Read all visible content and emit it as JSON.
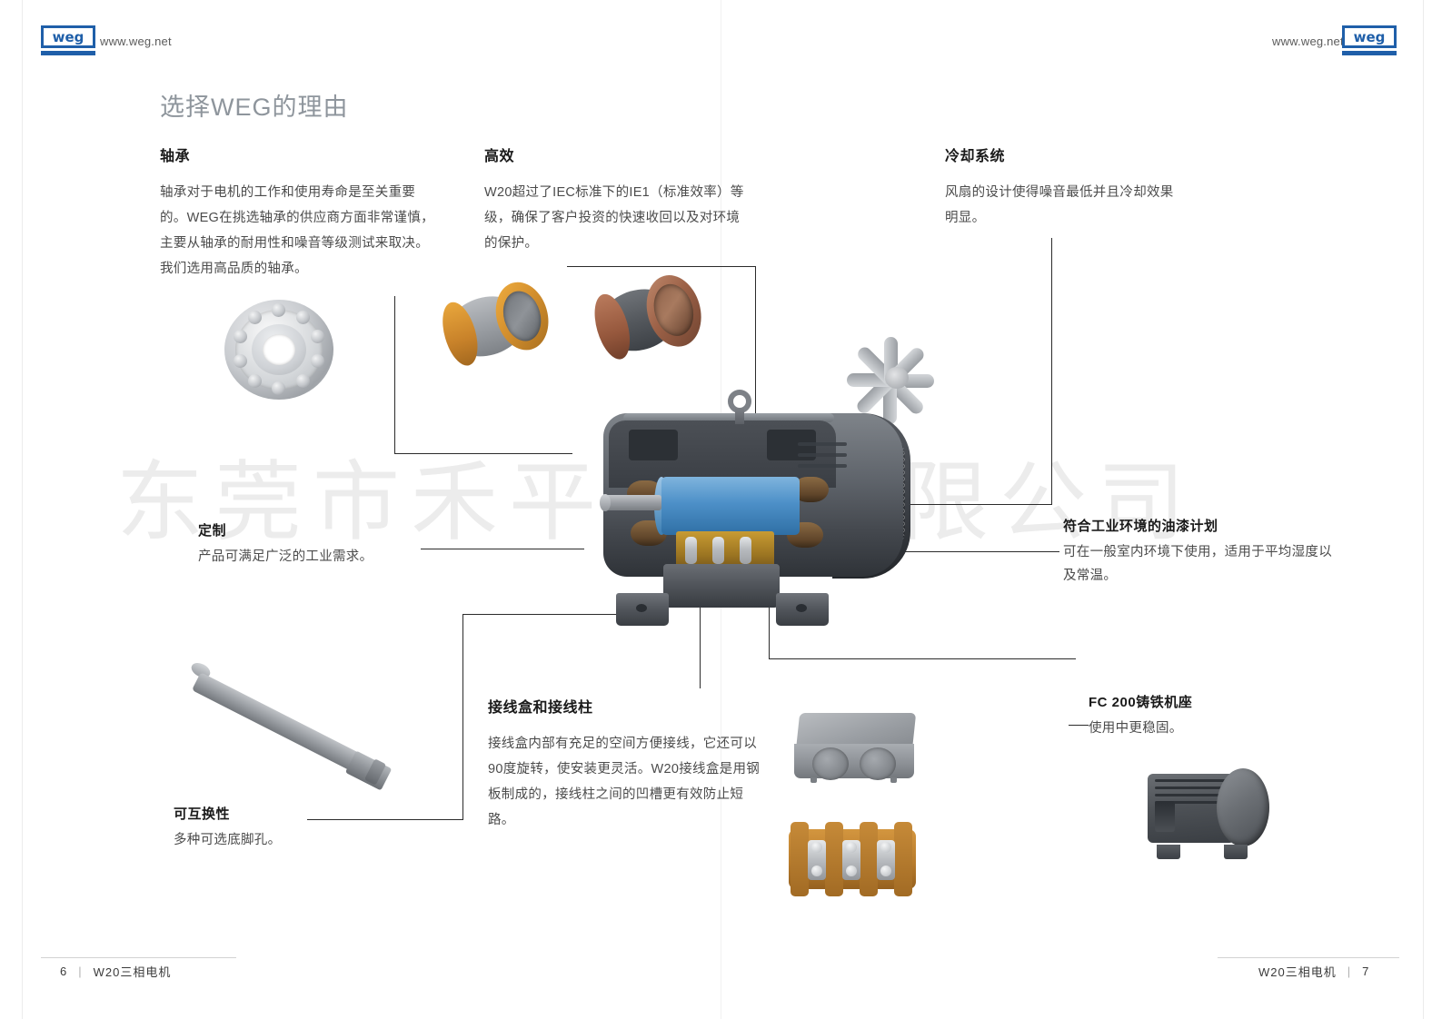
{
  "header": {
    "logo_text": "weg",
    "url_left": "www.weg.net",
    "url_right": "www.weg.net",
    "brand_color": "#1f5fa9"
  },
  "page_title": "选择WEG的理由",
  "watermark": "东莞市禾平机电有限公司",
  "blocks": {
    "bearing": {
      "heading": "轴承",
      "body": "轴承对于电机的工作和使用寿命是至关重要的。WEG在挑选轴承的供应商方面非常谨慎，主要从轴承的耐用性和噪音等级测试来取决。我们选用高品质的轴承。"
    },
    "efficiency": {
      "heading": "高效",
      "body": "W20超过了IEC标准下的IE1（标准效率）等级，确保了客户投资的快速收回以及对环境的保护。"
    },
    "cooling": {
      "heading": "冷却系统",
      "body": "风扇的设计使得噪音最低并且冷却效果明显。"
    },
    "customization": {
      "heading": "定制",
      "body": "产品可满足广泛的工业需求。"
    },
    "paint": {
      "heading": "符合工业环境的油漆计划",
      "body": "可在一般室内环境下使用，适用于平均湿度以及常温。"
    },
    "terminal_box": {
      "heading": "接线盒和接线柱",
      "body": "接线盒内部有充足的空间方便接线，它还可以90度旋转，使安装更灵活。W20接线盒是用钢板制成的，接线柱之间的凹槽更有效防止短路。"
    },
    "frame": {
      "heading": "FC 200铸铁机座",
      "body": "使用中更稳固。"
    },
    "interchange": {
      "heading": "可互换性",
      "body": "多种可选底脚孔。"
    }
  },
  "footer": {
    "left_page": "6",
    "left_sep": "|",
    "left_title": "W20三相电机",
    "right_title": "W20三相电机",
    "right_sep": "|",
    "right_page": "7"
  }
}
